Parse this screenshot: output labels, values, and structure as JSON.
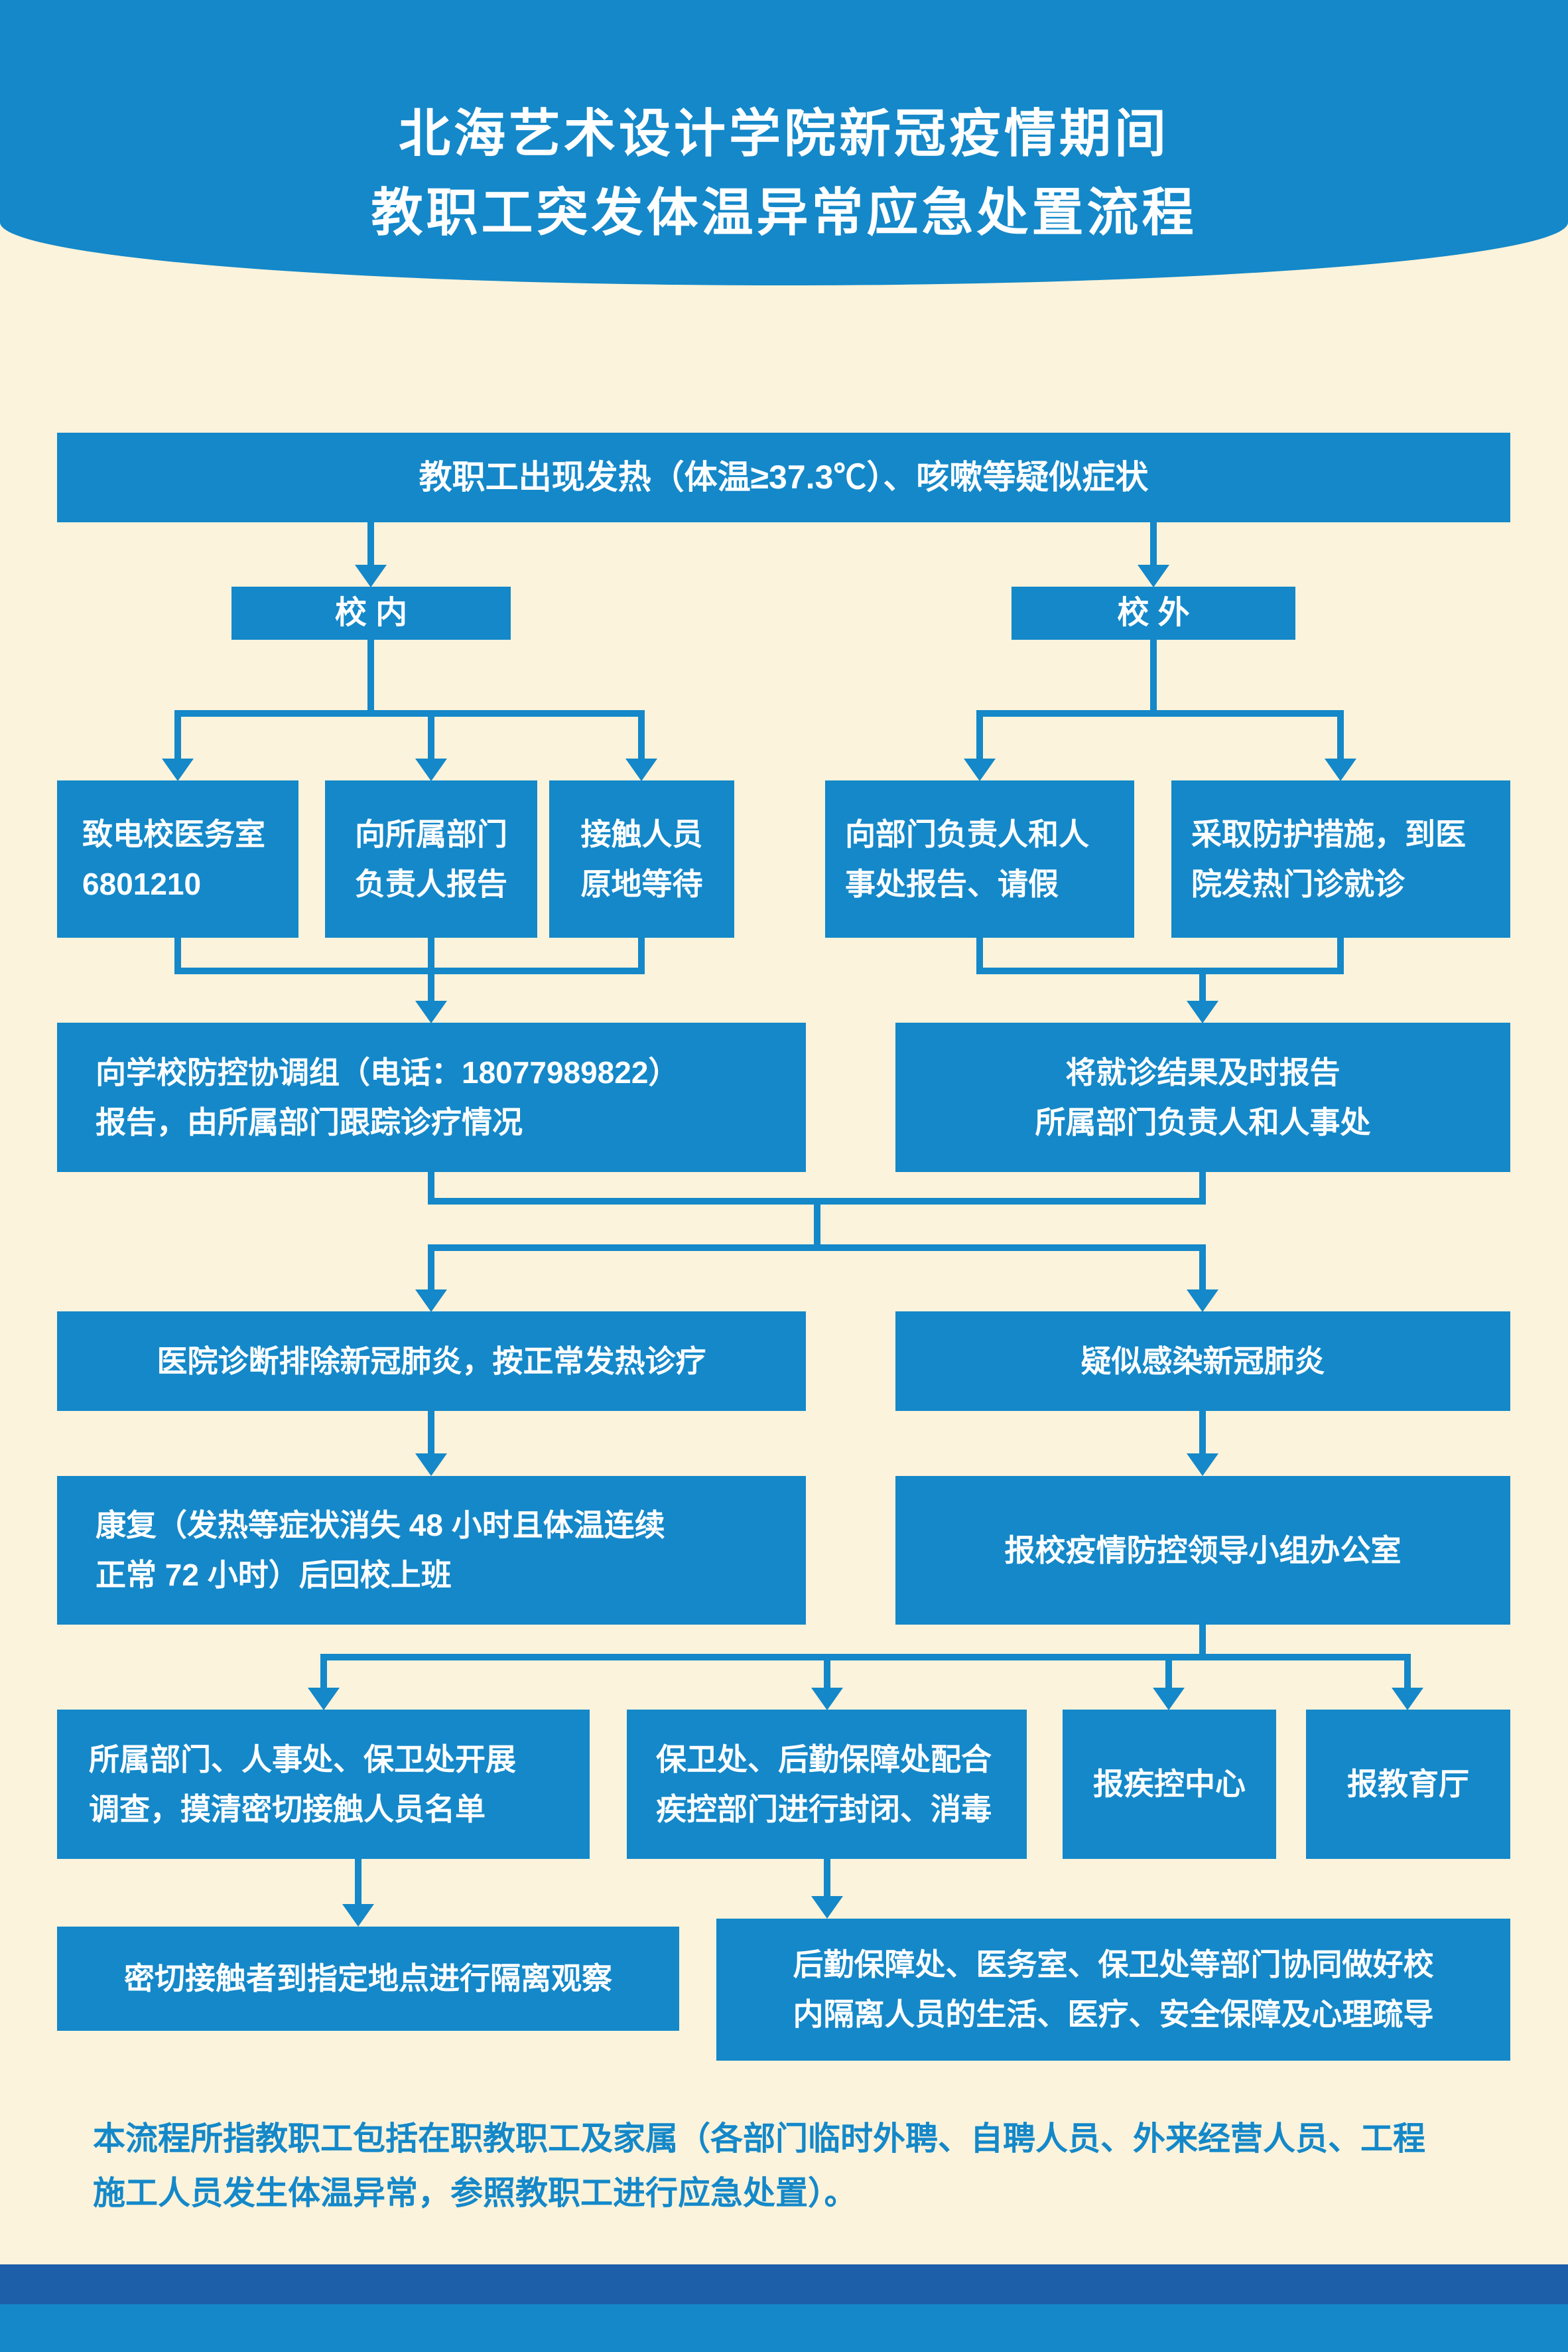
{
  "poster": {
    "title_line1": "北海艺术设计学院新冠疫情期间",
    "title_line2": "教职工突发体温异常应急处置流程",
    "footer_note": "本流程所指教职工包括在职教职工及家属（各部门临时外聘、自聘人员、外来经营人员、工程\n施工人员发生体温异常，参照教职工进行应急处置）。"
  },
  "colors": {
    "primary_blue": "#1488C9",
    "background_cream": "#FBF3DB",
    "footer_dark_blue": "#1D5FA8",
    "text_white": "#FFFFFF"
  },
  "flow": {
    "nodes": {
      "symptom": "教职工出现发热（体温≥37.3℃）、咳嗽等疑似症状",
      "on_campus": "校 内",
      "off_campus": "校 外",
      "call_clinic": "致电校医务室\n6801210",
      "report_dept_leader": "向所属部门\n负责人报告",
      "contacts_wait": "接触人员\n原地等待",
      "report_hr_leave": "向部门负责人和人\n事处报告、请假",
      "protect_hospital": "采取防护措施，到医\n院发热门诊就诊",
      "report_coordination": "向学校防控协调组（电话：18077989822）\n报告，由所属部门跟踪诊疗情况",
      "report_results": "将就诊结果及时报告\n所属部门负责人和人事处",
      "excluded": "医院诊断排除新冠肺炎，按正常发热诊疗",
      "suspected": "疑似感染新冠肺炎",
      "recovery": "康复（发热等症状消失 48 小时且体温连续\n正常 72 小时）后回校上班",
      "report_leading_group": "报校疫情防控领导小组办公室",
      "investigate": "所属部门、人事处、保卫处开展\n调查，摸清密切接触人员名单",
      "seal_disinfect": "保卫处、后勤保障处配合\n疾控部门进行封闭、消毒",
      "report_cdc": "报疾控中心",
      "report_edu": "报教育厅",
      "quarantine": "密切接触者到指定地点进行隔离观察",
      "support": "后勤保障处、医务室、保卫处等部门协同做好校\n内隔离人员的生活、医疗、安全保障及心理疏导"
    }
  }
}
